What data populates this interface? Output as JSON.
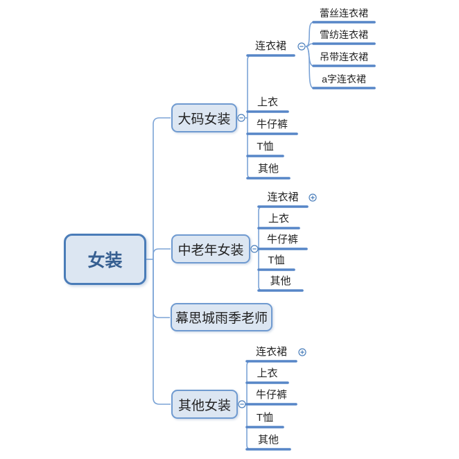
{
  "root": {
    "label": "女装"
  },
  "branches": [
    {
      "label": "大码女装",
      "expander": "minus",
      "children": [
        {
          "label": "连衣裙",
          "expander": "minus",
          "children": [
            {
              "label": "蕾丝连衣裙"
            },
            {
              "label": "雪纺连衣裙"
            },
            {
              "label": "吊带连衣裙"
            },
            {
              "label": "a字连衣裙"
            }
          ]
        },
        {
          "label": "上衣"
        },
        {
          "label": "牛仔裤"
        },
        {
          "label": "T恤"
        },
        {
          "label": "其他"
        }
      ]
    },
    {
      "label": "中老年女装",
      "expander": "minus",
      "children": [
        {
          "label": "连衣裙",
          "expander": "plus"
        },
        {
          "label": "上衣"
        },
        {
          "label": "牛仔裤"
        },
        {
          "label": "T恤"
        },
        {
          "label": "其他"
        }
      ]
    },
    {
      "label": "幕思城雨季老师"
    },
    {
      "label": "其他女装",
      "expander": "minus",
      "children": [
        {
          "label": "连衣裙",
          "expander": "plus"
        },
        {
          "label": "上衣"
        },
        {
          "label": "牛仔裤"
        },
        {
          "label": "T恤"
        },
        {
          "label": "其他"
        }
      ]
    }
  ],
  "colors": {
    "fill": "#dce6f2",
    "rootborder": "#4a7cb8",
    "nodeborder": "#6f9ad0",
    "roottext": "#365f91",
    "nodetext": "#222222",
    "line": "#5786c7",
    "wire": "#7ba3d6",
    "icon": "#4a7ebb"
  }
}
